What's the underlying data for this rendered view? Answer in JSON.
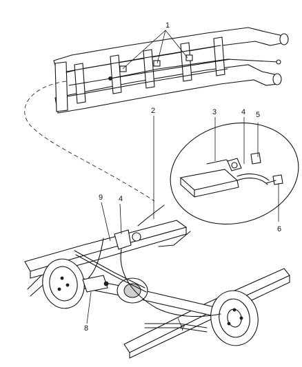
{
  "diagram": {
    "callouts": {
      "c1": "1",
      "c2": "2",
      "c3": "3",
      "c4a": "4",
      "c4b": "4",
      "c5": "5",
      "c6": "6",
      "c7": "7",
      "c8": "8",
      "c9": "9"
    }
  }
}
